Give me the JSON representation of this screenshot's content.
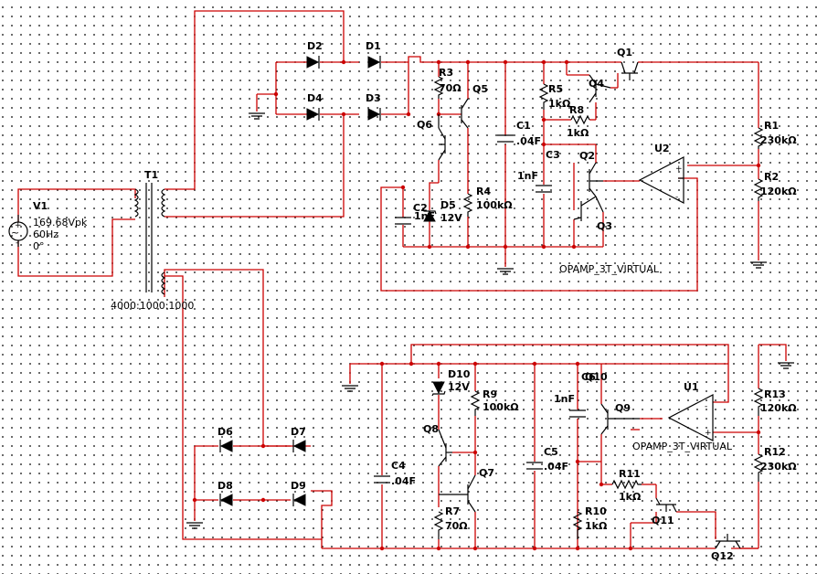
{
  "colors": {
    "wire": "#cc0000",
    "component": "#000000",
    "background": "#ffffff",
    "grid": "#3a3a3a"
  },
  "source": {
    "name": "V1",
    "amplitude": "169.68Vpk",
    "frequency": "60Hz",
    "phase": "0°"
  },
  "transformer": {
    "name": "T1",
    "ratio": "4000:1000:1000"
  },
  "diodes": {
    "d1": "D1",
    "d2": "D2",
    "d3": "D3",
    "d4": "D4",
    "d5": "D5",
    "d5_value": "12V",
    "d6": "D6",
    "d7": "D7",
    "d8": "D8",
    "d9": "D9",
    "d10": "D10",
    "d10_value": "12V"
  },
  "resistors": {
    "r1": "R1",
    "r1_value": "230kΩ",
    "r2": "R2",
    "r2_value": "120kΩ",
    "r3": "R3",
    "r3_value": "70Ω",
    "r4": "R4",
    "r4_value": "100kΩ",
    "r5": "R5",
    "r5_value": "1kΩ",
    "r8": "R8",
    "r8_value": "1kΩ",
    "r7": "R7",
    "r7_value": "70Ω",
    "r9": "R9",
    "r9_value": "100kΩ",
    "r10": "R10",
    "r10_value": "1kΩ",
    "r11": "R11",
    "r11_value": "1kΩ",
    "r12": "R12",
    "r12_value": "230kΩ",
    "r13": "R13",
    "r13_value": "120kΩ"
  },
  "capacitors": {
    "c1": "C1",
    "c1_value": ".04F",
    "c2": "C2",
    "c2_value": "1nF",
    "c3": "C3",
    "c3_value": "1nF",
    "c4": "C4",
    "c4_value": ".04F",
    "c5": "C5",
    "c5_value": ".04F",
    "c6": "C6",
    "c6_value": "1nF"
  },
  "transistors": {
    "q1": "Q1",
    "q2": "Q2",
    "q3": "Q3",
    "q4": "Q4",
    "q5": "Q5",
    "q6": "Q6",
    "q7": "Q7",
    "q8": "Q8",
    "q9": "Q9",
    "q10": "Q10",
    "q11": "Q11",
    "q12": "Q12"
  },
  "opamps": {
    "u1": "U1",
    "u1_model": "OPAMP_3T_VIRTUAL",
    "u2": "U2",
    "u2_model": "OPAMP_3T_VIRTUAL"
  },
  "symbols": {
    "plus": "+",
    "minus": "-",
    "tilde": "~"
  }
}
